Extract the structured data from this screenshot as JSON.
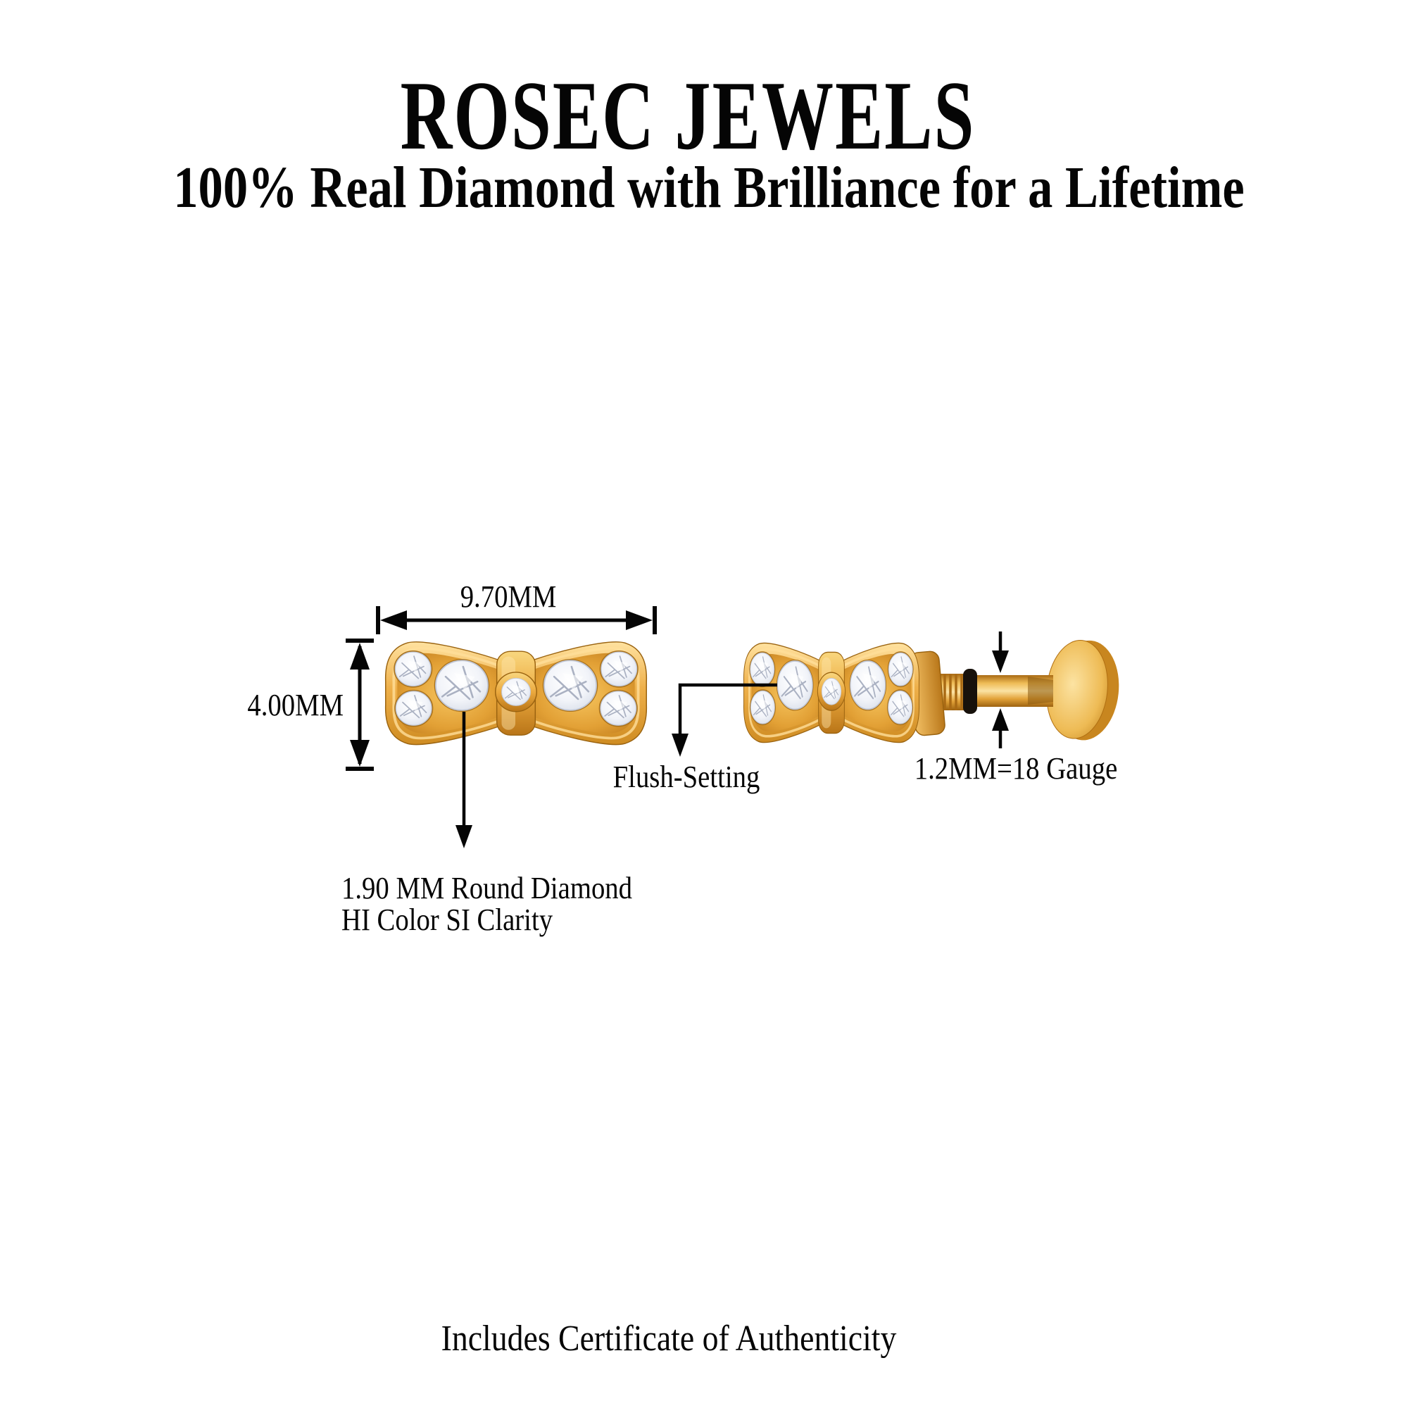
{
  "page": {
    "background": "#ffffff",
    "ink": "#050505"
  },
  "header": {
    "brand": "ROSEC JEWELS",
    "tagline": "100% Real Diamond with Brilliance for a Lifetime"
  },
  "front_view": {
    "width_label": "9.70MM",
    "height_label": "4.00MM",
    "pointer_note": {
      "line1": "1.90 MM Round Diamond",
      "line2": "HI Color SI Clarity"
    }
  },
  "side_view": {
    "setting_label": "Flush-Setting",
    "gauge_label": "1.2MM=18 Gauge"
  },
  "footer": {
    "note": "Includes Certificate of Authenticity"
  },
  "colors": {
    "gold_highlight": "#ffe3a3",
    "gold_base": "#efac4a",
    "gold_mid": "#e09a33",
    "gold_shadow": "#b8771c",
    "gold_deep": "#8f5a10",
    "diamond_base": "#f5f7fb",
    "diamond_facet": "#aab1c2",
    "oring_black": "#17110b",
    "line_color": "#050505"
  }
}
